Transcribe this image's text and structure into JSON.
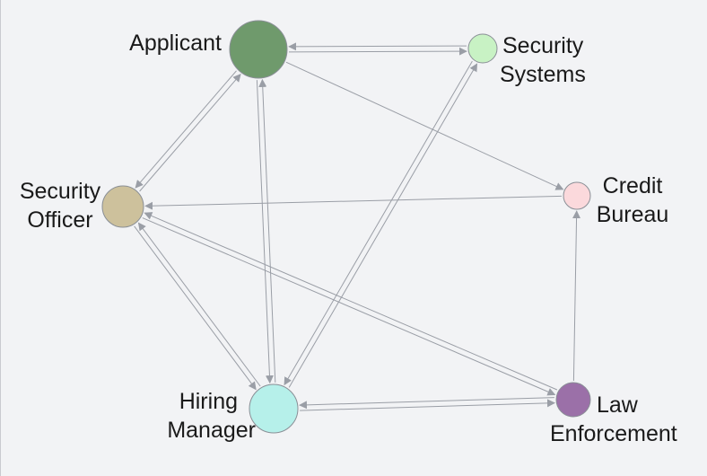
{
  "diagram": {
    "nodes": [
      {
        "id": "applicant",
        "lines": [
          "Applicant"
        ],
        "color": "#6f9a6c"
      },
      {
        "id": "security-systems",
        "lines": [
          "Security",
          "Systems"
        ],
        "color": "#c8f2c4"
      },
      {
        "id": "credit-bureau",
        "lines": [
          "Credit",
          "Bureau"
        ],
        "color": "#fbd9dc"
      },
      {
        "id": "security-officer",
        "lines": [
          "Security",
          "Officer"
        ],
        "color": "#cdc19c"
      },
      {
        "id": "hiring-manager",
        "lines": [
          "Hiring",
          "Manager"
        ],
        "color": "#b6f0ea"
      },
      {
        "id": "law-enforcement",
        "lines": [
          "Law",
          "Enforcement"
        ],
        "color": "#9b70a8"
      }
    ],
    "edges": [
      {
        "from": "applicant",
        "to": "security-systems"
      },
      {
        "from": "security-systems",
        "to": "applicant"
      },
      {
        "from": "applicant",
        "to": "credit-bureau"
      },
      {
        "from": "applicant",
        "to": "security-officer"
      },
      {
        "from": "security-officer",
        "to": "applicant"
      },
      {
        "from": "applicant",
        "to": "hiring-manager"
      },
      {
        "from": "hiring-manager",
        "to": "applicant"
      },
      {
        "from": "credit-bureau",
        "to": "security-officer"
      },
      {
        "from": "security-systems",
        "to": "hiring-manager"
      },
      {
        "from": "hiring-manager",
        "to": "security-systems"
      },
      {
        "from": "security-officer",
        "to": "law-enforcement"
      },
      {
        "from": "law-enforcement",
        "to": "security-officer"
      },
      {
        "from": "security-officer",
        "to": "hiring-manager"
      },
      {
        "from": "hiring-manager",
        "to": "security-officer"
      },
      {
        "from": "hiring-manager",
        "to": "law-enforcement"
      },
      {
        "from": "law-enforcement",
        "to": "hiring-manager"
      },
      {
        "from": "law-enforcement",
        "to": "credit-bureau"
      }
    ],
    "edge_color": "#9a9ea6"
  }
}
